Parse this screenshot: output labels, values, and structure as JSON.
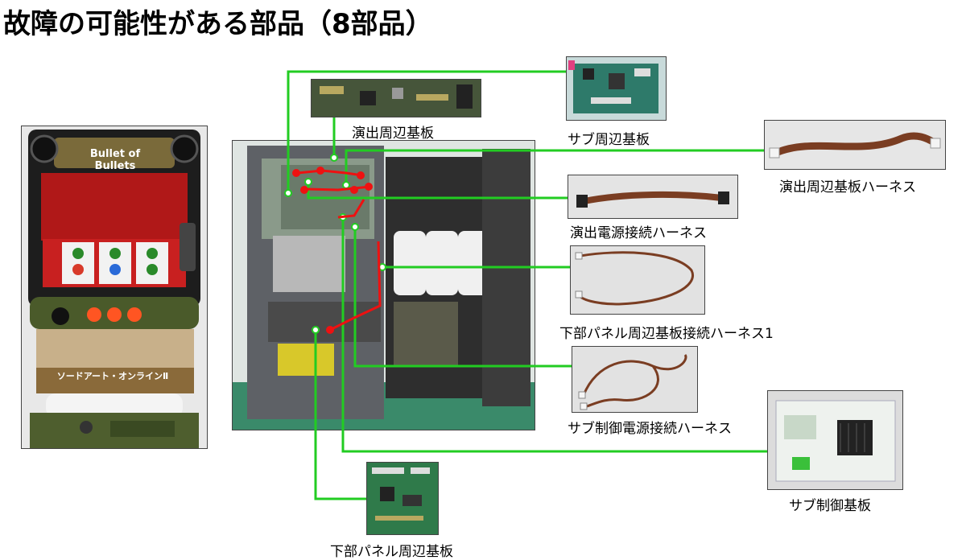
{
  "title": "故障の可能性がある部品（8部品）",
  "colors": {
    "connector": "#22cc22",
    "marker": "#ee1111",
    "board_green": "#2f7a4a",
    "harness_brown": "#7a3d22"
  },
  "machine_photo": {
    "icon": "pachislot-machine-image",
    "logo_text": "Bullet of Bullets",
    "sub_text": "ソードアート・オンラインⅡ"
  },
  "cabinet_photo": {
    "icon": "open-cabinet-image"
  },
  "parts": [
    {
      "id": "ensyutsu-board",
      "label": "演出周辺基板",
      "icon": "circuit-board-image"
    },
    {
      "id": "sub-board",
      "label": "サブ周辺基板",
      "icon": "circuit-board-image"
    },
    {
      "id": "ensyutsu-harness",
      "label": "演出周辺基板ハーネス",
      "icon": "wire-harness-image"
    },
    {
      "id": "power-harness",
      "label": "演出電源接続ハーネス",
      "icon": "wire-harness-image"
    },
    {
      "id": "lower-harness-1",
      "label": "下部パネル周辺基板接続ハーネス1",
      "icon": "wire-harness-image"
    },
    {
      "id": "subctrl-harness",
      "label": "サブ制御電源接続ハーネス",
      "icon": "wire-harness-image"
    },
    {
      "id": "subctrl-board",
      "label": "サブ制御基板",
      "icon": "circuit-board-image"
    },
    {
      "id": "lower-board",
      "label": "下部パネル周辺基板",
      "icon": "circuit-board-image"
    }
  ]
}
